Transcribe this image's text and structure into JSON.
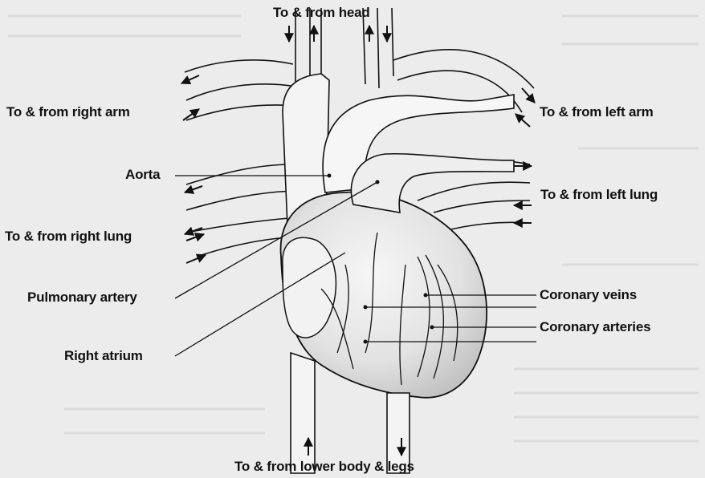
{
  "labels": {
    "head": "To & from head",
    "right_arm": "To & from right arm",
    "left_arm": "To & from left arm",
    "aorta": "Aorta",
    "left_lung": "To & from left lung",
    "right_lung": "To & from right lung",
    "pulmonary_artery": "Pulmonary artery",
    "coronary_veins": "Coronary veins",
    "coronary_arteries": "Coronary arteries",
    "right_atrium": "Right atrium",
    "lower_body": "To & from lower body & legs"
  },
  "colors": {
    "background": "#ececec",
    "ink": "#111111",
    "vessel_fill": "#f4f4f4",
    "heart_shading": "#cfcfcf"
  }
}
